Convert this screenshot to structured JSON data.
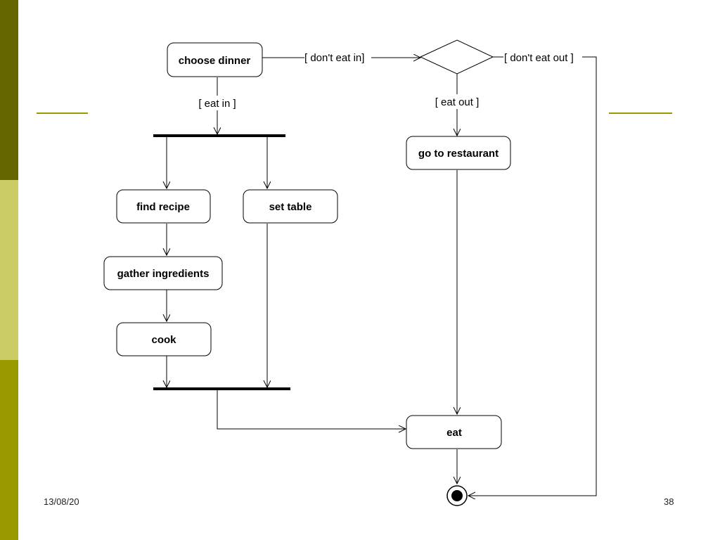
{
  "slide": {
    "footer_date": "13/08/20",
    "page_number": "38"
  },
  "theme": {
    "bar_colors": [
      "#666600",
      "#cccc66",
      "#999900"
    ],
    "rule_color": "#999900",
    "line_color": "#000000"
  },
  "diagram": {
    "nodes": {
      "choose_dinner": "choose dinner",
      "go_to_restaurant": "go to restaurant",
      "find_recipe": "find recipe",
      "set_table": "set table",
      "gather_ingredients": "gather ingredients",
      "cook": "cook",
      "eat": "eat"
    },
    "guards": {
      "dont_eat_in": "[ don't eat in]",
      "dont_eat_out": "[ don't eat out ]",
      "eat_in": "[ eat in ]",
      "eat_out": "[ eat out ]"
    }
  }
}
